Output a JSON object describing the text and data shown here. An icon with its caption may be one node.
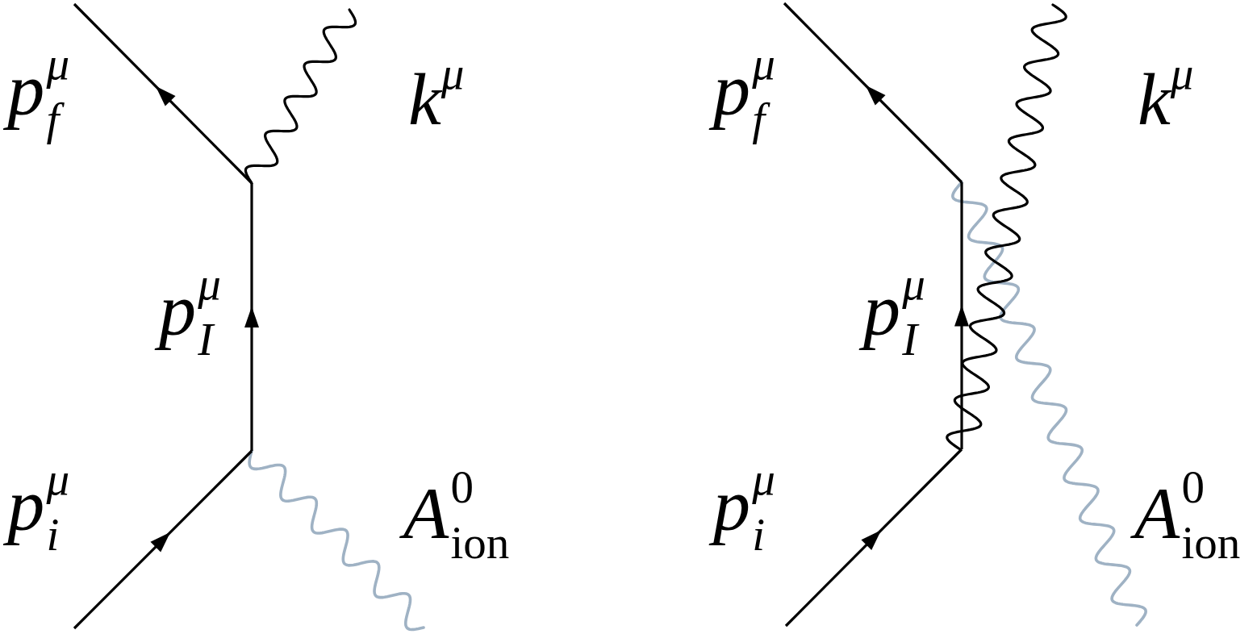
{
  "diagram": {
    "labels": [
      "p$^{μ}$$_{f}$",
      "k$^{μ}$",
      "p$^{μ}$$_{I}$",
      "p$^{μ}$$_{i}$",
      "*A*$^{0}$$_{ion}$",
      "p$^{μ}$$_{f}$",
      "k$^{μ}$",
      "p$^{μ}$$_{I}$",
      "p$^{μ}$$_{i}$",
      "*A*$^{0}$$_{ion}$"
    ]
  }
}
